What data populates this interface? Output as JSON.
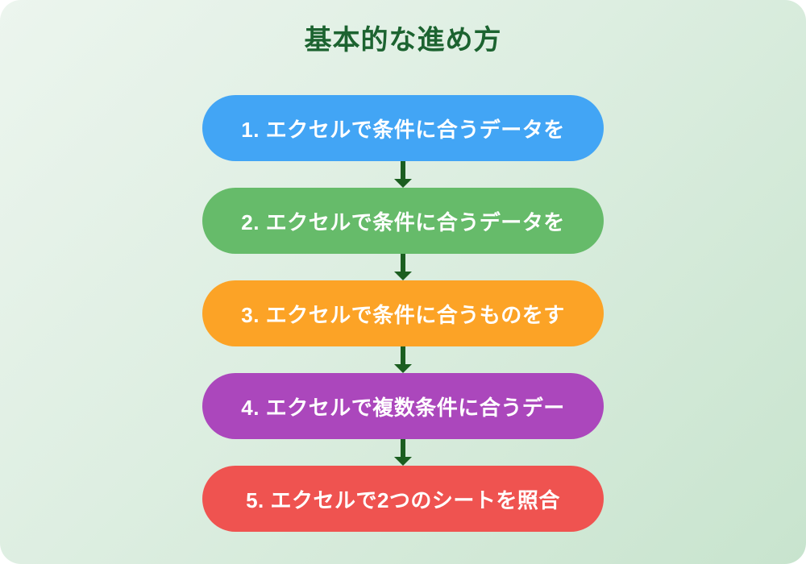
{
  "diagram": {
    "title": "基本的な進め方",
    "steps": [
      {
        "label": "1. エクセルで条件に合うデータを",
        "color": "#42A5F5"
      },
      {
        "label": "2. エクセルで条件に合うデータを",
        "color": "#66BB6A"
      },
      {
        "label": "3. エクセルで条件に合うものをす",
        "color": "#FCA326"
      },
      {
        "label": "4. エクセルで複数条件に合うデー",
        "color": "#AB47BC"
      },
      {
        "label": "5. エクセルで2つのシートを照合",
        "color": "#EF5350"
      }
    ],
    "colors": {
      "title_text": "#1C6330",
      "arrow": "#1B5E20",
      "step_text": "#FFFFFF",
      "background_start": "#ECF5EE",
      "background_end": "#C8E4CE"
    }
  }
}
